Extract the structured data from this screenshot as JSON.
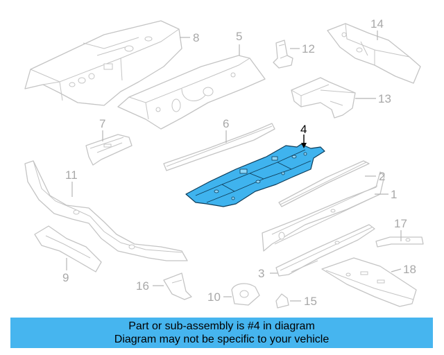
{
  "diagram": {
    "highlighted_part": "4",
    "callouts": [
      {
        "id": "1",
        "label": "1"
      },
      {
        "id": "2",
        "label": "2"
      },
      {
        "id": "3",
        "label": "3"
      },
      {
        "id": "4",
        "label": "4"
      },
      {
        "id": "5",
        "label": "5"
      },
      {
        "id": "6",
        "label": "6"
      },
      {
        "id": "7",
        "label": "7"
      },
      {
        "id": "8",
        "label": "8"
      },
      {
        "id": "9",
        "label": "9"
      },
      {
        "id": "10",
        "label": "10"
      },
      {
        "id": "11",
        "label": "11"
      },
      {
        "id": "12",
        "label": "12"
      },
      {
        "id": "13",
        "label": "13"
      },
      {
        "id": "14",
        "label": "14"
      },
      {
        "id": "15",
        "label": "15"
      },
      {
        "id": "16",
        "label": "16"
      },
      {
        "id": "17",
        "label": "17"
      },
      {
        "id": "18",
        "label": "18"
      }
    ]
  },
  "banner": {
    "line1": "Part or sub-assembly is #4 in diagram",
    "line2": "Diagram may not be specific to your vehicle",
    "color": "#46b5ef"
  },
  "colors": {
    "highlight_fill": "#3fb3ee",
    "part_outline": "#c4c4c4",
    "callout_text": "#a8a8a8"
  }
}
